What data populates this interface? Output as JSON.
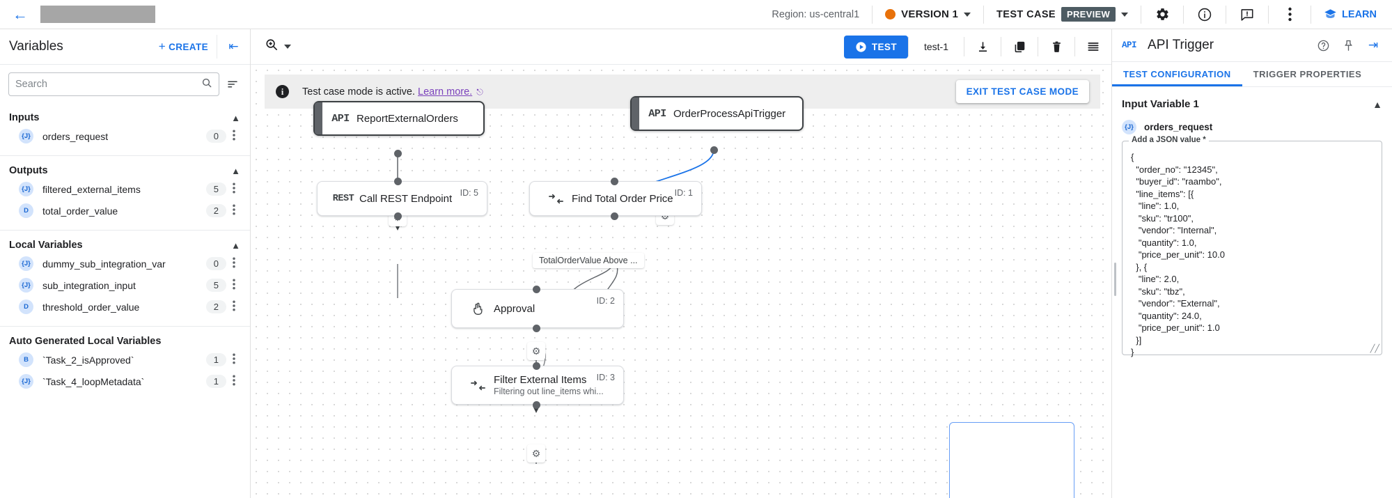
{
  "topbar": {
    "back_icon": "arrow-left-icon",
    "region": "Region: us-central1",
    "version": "VERSION 1",
    "version_dot_color": "#e8710a",
    "test_case_label": "TEST CASE",
    "preview_chip": "PREVIEW",
    "icons": [
      "gear-icon",
      "info-icon",
      "feedback-icon",
      "more-vert-icon"
    ],
    "learn_label": "LEARN"
  },
  "left_panel": {
    "title": "Variables",
    "create_label": "CREATE",
    "collapse_icon": "collapse-left-icon",
    "search": {
      "placeholder": "Search",
      "value": ""
    },
    "sections": [
      {
        "title": "Inputs",
        "items": [
          {
            "type": "{J}",
            "name": "orders_request",
            "count": "0"
          }
        ]
      },
      {
        "title": "Outputs",
        "items": [
          {
            "type": "{J}",
            "name": "filtered_external_items",
            "count": "5"
          },
          {
            "type": "D",
            "name": "total_order_value",
            "count": "2"
          }
        ]
      },
      {
        "title": "Local Variables",
        "items": [
          {
            "type": "{J}",
            "name": "dummy_sub_integration_var",
            "count": "0"
          },
          {
            "type": "{J}",
            "name": "sub_integration_input",
            "count": "5"
          },
          {
            "type": "D",
            "name": "threshold_order_value",
            "count": "2"
          }
        ]
      },
      {
        "title": "Auto Generated Local Variables",
        "items": [
          {
            "type": "B",
            "name": "`Task_2_isApproved`",
            "count": "1"
          },
          {
            "type": "{J}",
            "name": "`Task_4_loopMetadata`",
            "count": "1"
          }
        ]
      }
    ]
  },
  "canvas_toolbar": {
    "zoom_icon": "zoom-in-icon",
    "test_button": "TEST",
    "test_name": "test-1",
    "icons": [
      "download-icon",
      "copy-icon",
      "delete-icon",
      "list-icon"
    ]
  },
  "canvas": {
    "banner": {
      "info_icon": "info-filled-icon",
      "text": "Test case mode is active.",
      "link": "Learn more.",
      "external_icon": "open-in-new-icon",
      "exit_button": "EXIT TEST CASE MODE"
    },
    "nodes": [
      {
        "icon": "API",
        "title": "ReportExternalOrders",
        "sub": "",
        "id": ""
      },
      {
        "icon": "API",
        "title": "OrderProcessApiTrigger",
        "sub": "",
        "id": ""
      },
      {
        "icon": "REST",
        "title": "Call REST Endpoint",
        "sub": "",
        "id": "ID: 5"
      },
      {
        "icon": "mapping",
        "title": "Find Total Order Price",
        "sub": "",
        "id": "ID: 1"
      },
      {
        "icon": "approval",
        "title": "Approval",
        "sub": "",
        "id": "ID: 2"
      },
      {
        "icon": "mapping",
        "title": "Filter External Items",
        "sub": "Filtering out line_items whi...",
        "id": "ID: 3"
      }
    ],
    "edge_label": "TotalOrderValue Above ..."
  },
  "right_panel": {
    "api_tag": "API",
    "title": "API Trigger",
    "icons": [
      "help-icon",
      "pin-icon",
      "collapse-right-icon"
    ],
    "tabs": [
      {
        "label": "TEST CONFIGURATION",
        "active": true
      },
      {
        "label": "TRIGGER PROPERTIES",
        "active": false
      }
    ],
    "section_title": "Input Variable 1",
    "variable": {
      "type": "{J}",
      "name": "orders_request"
    },
    "json_label": "Add a JSON value *",
    "json_value": "{\n  \"order_no\": \"12345\",\n  \"buyer_id\": \"raambo\",\n  \"line_items\": [{\n   \"line\": 1.0,\n   \"sku\": \"tr100\",\n   \"vendor\": \"Internal\",\n   \"quantity\": 1.0,\n   \"price_per_unit\": 10.0\n  }, {\n   \"line\": 2.0,\n   \"sku\": \"tbz\",\n   \"vendor\": \"External\",\n   \"quantity\": 24.0,\n   \"price_per_unit\": 1.0\n  }]\n}"
  },
  "colors": {
    "accent": "#1a73e8",
    "version_orange": "#e8710a",
    "link_purple": "#7b42bc",
    "chip_slate": "#4e5c63"
  }
}
